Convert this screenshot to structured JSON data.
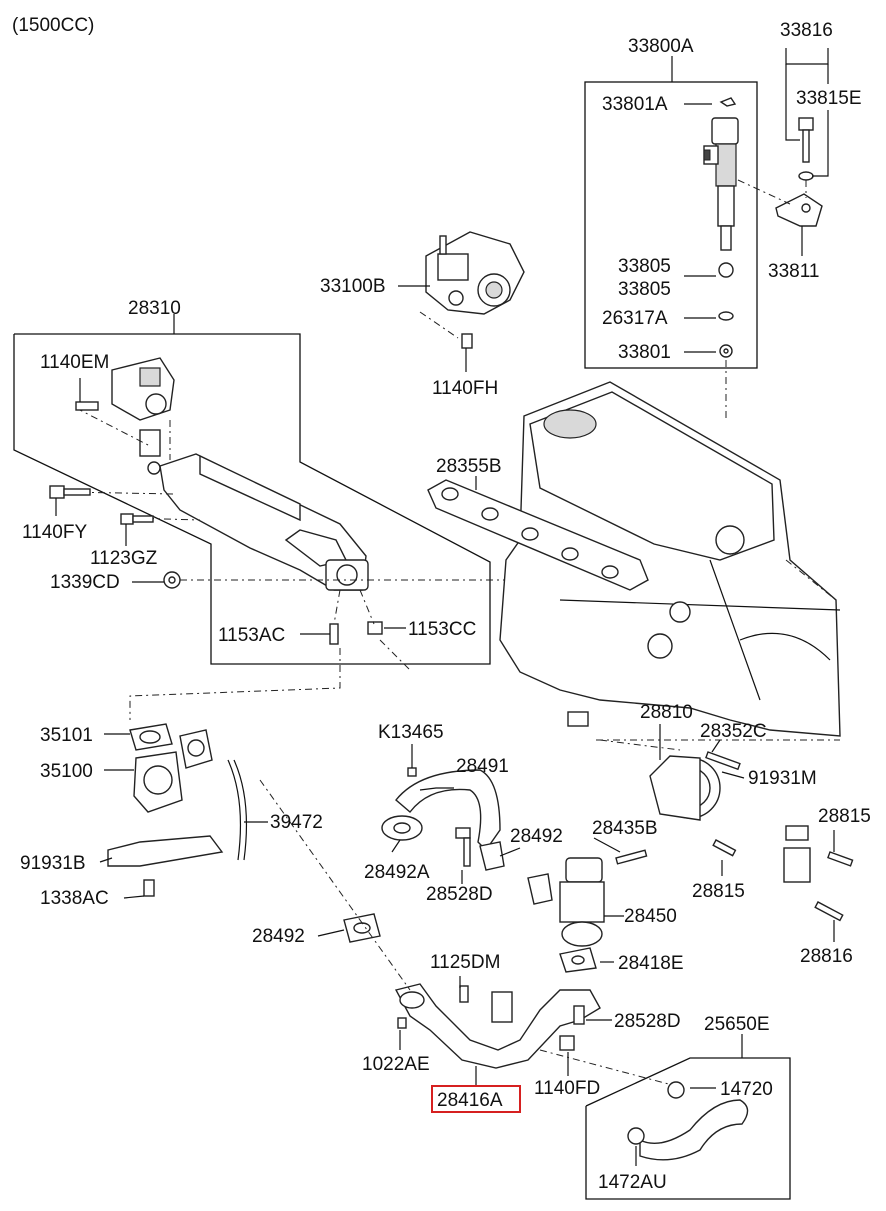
{
  "header": {
    "engine_spec": "(1500CC)"
  },
  "parts": [
    "33800A",
    "33816",
    "33801A",
    "33815E",
    "33805",
    "33805",
    "33811",
    "26317A",
    "33801",
    "33100B",
    "1140FH",
    "28310",
    "1140EM",
    "28355B",
    "1140FY",
    "1123GZ",
    "1339CD",
    "1153AC",
    "1153CC",
    "35101",
    "35100",
    "K13465",
    "28491",
    "28810",
    "28352C",
    "91931M",
    "39472",
    "28492",
    "28435B",
    "28815",
    "28492A",
    "28528D",
    "91931B",
    "28815",
    "1338AC",
    "28450",
    "28816",
    "28492",
    "28418E",
    "1125DM",
    "28528D",
    "25650E",
    "1022AE",
    "1140FD",
    "14720",
    "28416A",
    "1472AU"
  ],
  "highlight": {
    "part": "28416A",
    "color": "#d62020"
  }
}
